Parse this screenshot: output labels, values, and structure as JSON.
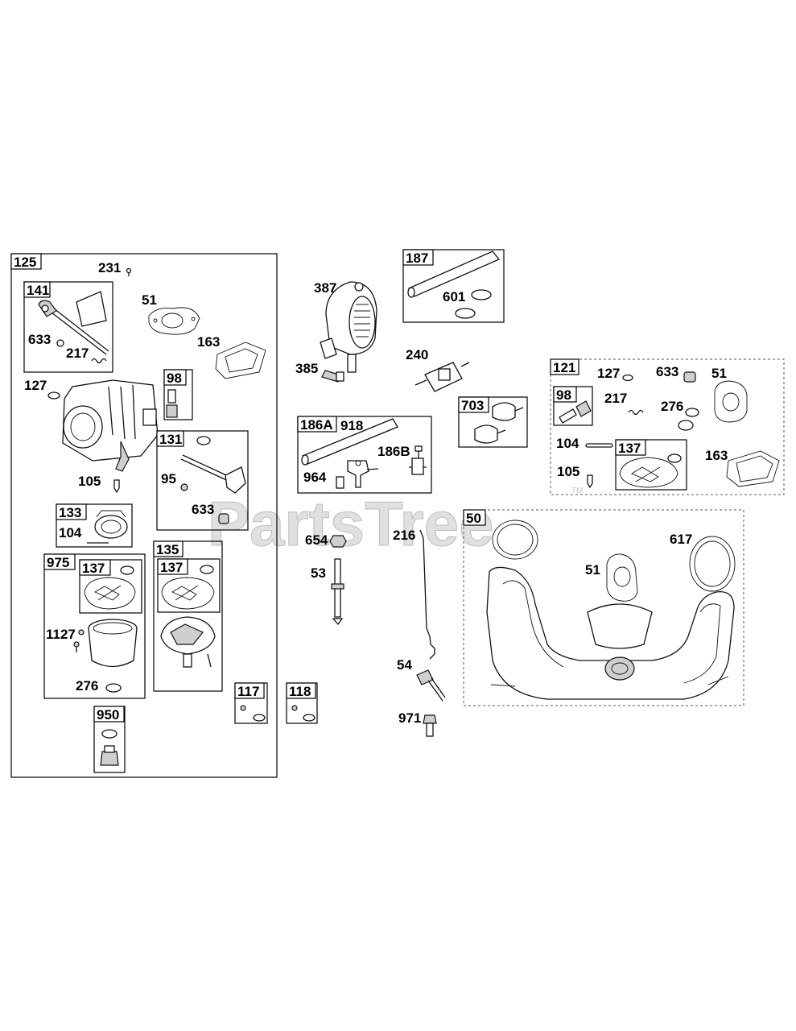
{
  "watermark": {
    "text": "PartsTree",
    "tm": "TM"
  },
  "groups": {
    "g125": "125",
    "g141": "141",
    "g98a": "98",
    "g131": "131",
    "g133": "133",
    "g975": "975",
    "g137a": "137",
    "g135": "135",
    "g137b": "137",
    "g950": "950",
    "g117": "117",
    "g118": "118",
    "g187": "187",
    "g186A": "186A",
    "g703": "703",
    "g121": "121",
    "g98b": "98",
    "g137c": "137",
    "g50": "50"
  },
  "callouts": {
    "c231": "231",
    "c51a": "51",
    "c163a": "163",
    "c633a": "633",
    "c217a": "217",
    "c127a": "127",
    "c105a": "105",
    "c95": "95",
    "c633b": "633",
    "c104a": "104",
    "c1127": "1127",
    "c276a": "276",
    "c387": "387",
    "c385": "385",
    "c601": "601",
    "c240": "240",
    "c918": "918",
    "c186B": "186B",
    "c964": "964",
    "c654": "654",
    "c53": "53",
    "c216": "216",
    "c54": "54",
    "c971": "971",
    "c127b": "127",
    "c633c": "633",
    "c51b": "51",
    "c217b": "217",
    "c276b": "276",
    "c104b": "104",
    "c105b": "105",
    "c163b": "163",
    "c617": "617",
    "c51c": "51"
  }
}
